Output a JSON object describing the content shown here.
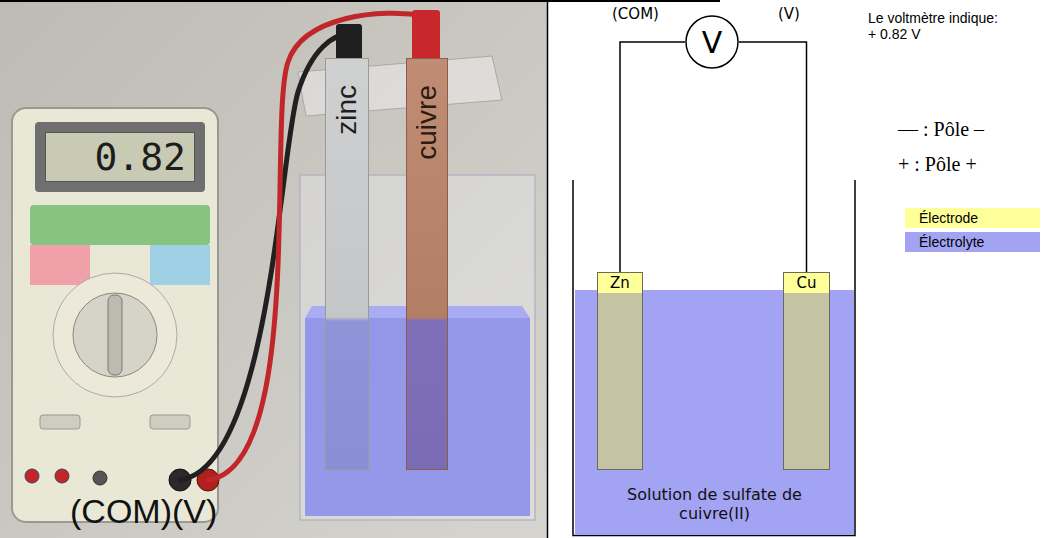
{
  "diagram": {
    "nodes": [
      {
        "text": [
          "0.82"
        ]
      },
      {
        "text": [
          "zinc"
        ]
      },
      {
        "text": [
          "cuivre"
        ]
      },
      {
        "text": [
          "V"
        ]
      },
      {
        "text": [
          "Zn"
        ]
      },
      {
        "text": [
          "Cu"
        ]
      },
      {
        "text": [
          "Solution de sulfate de cuivre(II)"
        ]
      }
    ],
    "edges": [
      {
        "from": 3,
        "to": 4,
        "arrow": "none"
      },
      {
        "from": 3,
        "to": 5,
        "arrow": "none"
      }
    ],
    "labels": [
      "(COM)(V)",
      "(COM)",
      "(V)",
      "Le voltmètre indique: + 0.82 V",
      "— : Pôle –",
      "+ : Pôle +"
    ],
    "legend": [
      {
        "text": "Électrode",
        "color": "#ffff99"
      },
      {
        "text": "Électrolyte",
        "color": "#a3a3f4"
      }
    ]
  }
}
